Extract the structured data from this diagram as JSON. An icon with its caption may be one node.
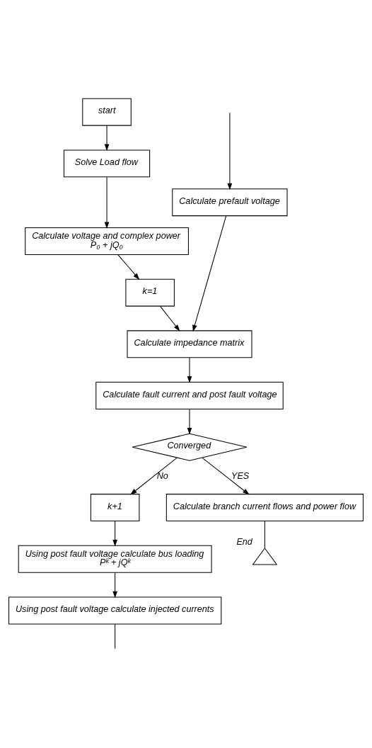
{
  "diagram": {
    "nodes": [
      {
        "text": [
          "start"
        ]
      },
      {
        "text": [
          "Solve Load flow"
        ]
      },
      {
        "text": [
          "Calculate voltage and complex power",
          "P₀ + jQ₀"
        ]
      },
      {
        "text": [
          "k=1"
        ]
      },
      {
        "text": [
          "Calculate prefault voltage"
        ]
      },
      {
        "text": [
          "Calculate impedance matrix"
        ]
      },
      {
        "text": [
          "Calculate fault current and post fault voltage"
        ]
      },
      {
        "text": [
          "Converged"
        ]
      },
      {
        "text": [
          "k+1"
        ]
      },
      {
        "text": [
          "Calculate branch current flows and power flow"
        ]
      },
      {
        "text": [
          "Using post fault voltage calculate bus loading",
          "Pᵏ + jQᵏ"
        ]
      },
      {
        "text": [],
        "shape": "triangle",
        "beside": [
          "End"
        ]
      },
      {
        "text": [
          "Using post fault voltage calculate injected currents"
        ]
      }
    ],
    "edges": [
      {
        "from": 0,
        "to": 1,
        "arrow": "to"
      },
      {
        "from": 1,
        "to": 2,
        "arrow": "to"
      },
      {
        "from": 2,
        "to": 3,
        "arrow": "to"
      },
      {
        "from": 3,
        "to": 5,
        "arrow": "to"
      },
      {
        "from": null,
        "to": 4,
        "arrow": "to"
      },
      {
        "from": 4,
        "to": 5,
        "arrow": "to"
      },
      {
        "from": 5,
        "to": 6,
        "arrow": "to"
      },
      {
        "from": 6,
        "to": 7,
        "arrow": "to"
      },
      {
        "from": 7,
        "to": 8,
        "arrow": "to",
        "label": "No"
      },
      {
        "from": 7,
        "to": 9,
        "arrow": "to",
        "label": "YES"
      },
      {
        "from": 8,
        "to": 10,
        "arrow": "to"
      },
      {
        "from": 9,
        "to": 11,
        "arrow": "none"
      },
      {
        "from": 10,
        "to": 12,
        "arrow": "to"
      },
      {
        "from": 12,
        "to": null,
        "arrow": "none"
      }
    ]
  }
}
